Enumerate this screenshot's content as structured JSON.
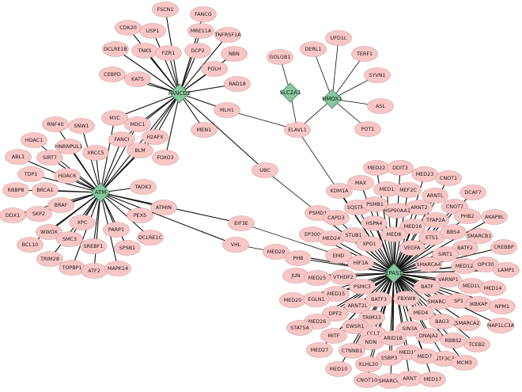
{
  "colors": {
    "node_fill": "#f9c6c6",
    "node_stroke": "#c99a9a",
    "hub_fill": "#86c79e",
    "hub_stroke": "#4e8a63",
    "edge": "#111111"
  },
  "nodes": {
    "FANCD2": {
      "label": "FANCD2",
      "hub": true
    },
    "ATM": {
      "label": "ATM",
      "hub": true
    },
    "SLC2A1": {
      "label": "SLC2A1",
      "hub": true
    },
    "HMOX1": {
      "label": "HMOX1",
      "hub": true
    },
    "EPAS1": {
      "label": "EPAS1",
      "hub": true
    },
    "FSCN1": {
      "label": "FSCN1"
    },
    "CDK20": {
      "label": "CDK20"
    },
    "USP1": {
      "label": "USP1"
    },
    "FANCG": {
      "label": "FANCG"
    },
    "MRE11A": {
      "label": "MRE11A"
    },
    "TNFRSF1A": {
      "label": "TNFRSF1A"
    },
    "DCLRE1B": {
      "label": "DCLRE1B"
    },
    "TNKS": {
      "label": "TNKS"
    },
    "FZR1": {
      "label": "FZR1"
    },
    "DCP2": {
      "label": "DCP2"
    },
    "NBN": {
      "label": "NBN"
    },
    "CEBPD": {
      "label": "CEBPD"
    },
    "KAT5": {
      "label": "KAT5"
    },
    "POLH": {
      "label": "POLH"
    },
    "RAD18": {
      "label": "RAD18"
    },
    "MLH1": {
      "label": "MLH1"
    },
    "MEN1": {
      "label": "MEN1"
    },
    "MYC": {
      "label": "MYC"
    },
    "MDC1": {
      "label": "MDC1"
    },
    "H2AFX": {
      "label": "H2AFX"
    },
    "FANCI": {
      "label": "FANCI"
    },
    "BLM": {
      "label": "BLM"
    },
    "FOXO3": {
      "label": "FOXO3"
    },
    "UBC": {
      "label": "UBC"
    },
    "GOLGB1": {
      "label": "GOLGB1"
    },
    "DERL1": {
      "label": "DERL1"
    },
    "UFD1L": {
      "label": "UFD1L"
    },
    "TERF1": {
      "label": "TERF1"
    },
    "SYVN1": {
      "label": "SYVN1"
    },
    "ASL": {
      "label": "ASL"
    },
    "POT1": {
      "label": "POT1"
    },
    "ELAVL1": {
      "label": "ELAVL1"
    },
    "RNF40": {
      "label": "RNF40"
    },
    "SNW1": {
      "label": "SNW1"
    },
    "HDAC1": {
      "label": "HDAC1"
    },
    "HNRNPUL1": {
      "label": "HNRNPUL1"
    },
    "SIRT7": {
      "label": "SIRT7"
    },
    "XRCC5": {
      "label": "XRCC5"
    },
    "ABL1": {
      "label": "ABL1"
    },
    "HDAC6": {
      "label": "HDAC6"
    },
    "TDP1": {
      "label": "TDP1"
    },
    "RBBP8": {
      "label": "RBBP8"
    },
    "BRCA1": {
      "label": "BRCA1"
    },
    "TAOK3": {
      "label": "TAOK3"
    },
    "BRAF": {
      "label": "BRAF"
    },
    "ATMIN": {
      "label": "ATMIN"
    },
    "DDX1": {
      "label": "DDX1"
    },
    "SKP2": {
      "label": "SKP2"
    },
    "XPC": {
      "label": "XPC"
    },
    "PEX5": {
      "label": "PEX5"
    },
    "WWOX": {
      "label": "WWOX"
    },
    "PARP1": {
      "label": "PARP1"
    },
    "SMC3": {
      "label": "SMC3"
    },
    "BCL10": {
      "label": "BCL10"
    },
    "SREBF1": {
      "label": "SREBF1"
    },
    "SPSB1": {
      "label": "SPSB1"
    },
    "DCLRE1C": {
      "label": "DCLRE1C"
    },
    "TRIM28": {
      "label": "TRIM28"
    },
    "TOPBP1": {
      "label": "TOPBP1"
    },
    "ATF2": {
      "label": "ATF2"
    },
    "MAPK14": {
      "label": "MAPK14"
    },
    "EIF3E": {
      "label": "EIF3E"
    },
    "VHL": {
      "label": "VHL"
    },
    "MED22": {
      "label": "MED22"
    },
    "DDIT3": {
      "label": "DDIT3"
    },
    "MED23": {
      "label": "MED23"
    },
    "CNOT1": {
      "label": "CNOT1"
    },
    "DCAF7": {
      "label": "DCAF7"
    },
    "MAX": {
      "label": "MAX"
    },
    "MED1": {
      "label": "MED1"
    },
    "MEF2C": {
      "label": "MEF2C"
    },
    "ARNTL": {
      "label": "ARNTL"
    },
    "CNOT7": {
      "label": "CNOT7"
    },
    "KDM1A": {
      "label": "KDM1A"
    },
    "SQSTM1": {
      "label": "SQSTM1"
    },
    "PSMB1": {
      "label": "PSMB1"
    },
    "ARNT2": {
      "label": "ARNT2"
    },
    "MED16": {
      "label": "MED16"
    },
    "TFAP2A": {
      "label": "TFAP2A"
    },
    "PHB2": {
      "label": "PHB2"
    },
    "AKAP8L": {
      "label": "AKAP8L"
    },
    "PSMD1": {
      "label": "PSMD1"
    },
    "HSP90AA1": {
      "label": "HSP90AA1"
    },
    "CAPD3": {
      "label": "CAPD3"
    },
    "HSPA4": {
      "label": "HSPA4"
    },
    "MED8": {
      "label": "MED8"
    },
    "ETS1": {
      "label": "ETS1"
    },
    "BBS4": {
      "label": "BBS4"
    },
    "SMARCB1": {
      "label": "SMARCB1"
    },
    "CREBBP": {
      "label": "CREBBP"
    },
    "EP300": {
      "label": "EP300"
    },
    "MED24": {
      "label": "MED24"
    },
    "STUB1": {
      "label": "STUB1"
    },
    "XPO1": {
      "label": "XPO1"
    },
    "VEGFA": {
      "label": "VEGFA"
    },
    "BATF2": {
      "label": "BATF2"
    },
    "SIRT1": {
      "label": "SIRT1"
    },
    "MED29": {
      "label": "MED29"
    },
    "PHB": {
      "label": "PHB"
    },
    "EMD": {
      "label": "EMD"
    },
    "HIF1A": {
      "label": "HIF1A"
    },
    "SMARCA4": {
      "label": "SMARCA4"
    },
    "MED12": {
      "label": "MED12"
    },
    "OPY30": {
      "label": "OPY30"
    },
    "LAMP1": {
      "label": "LAMP1"
    },
    "JUN": {
      "label": "JUN"
    },
    "MED25": {
      "label": "MED25"
    },
    "VTHDF2": {
      "label": "VTHDF2"
    },
    "VARNP1": {
      "label": "VARNP1"
    },
    "MED1L": {
      "label": "MED1L"
    },
    "MED14": {
      "label": "MED14"
    },
    "PSMC3": {
      "label": "PSMC3"
    },
    "BATF": {
      "label": "BATF"
    },
    "MED15": {
      "label": "MED15"
    },
    "MED20": {
      "label": "MED20"
    },
    "EGLN1": {
      "label": "EGLN1"
    },
    "ARNT2L": {
      "label": "ARNT2L"
    },
    "BATF3": {
      "label": "BATF3"
    },
    "FBXW8": {
      "label": "FBXW8"
    },
    "SMARCC1": {
      "label": "SMARCC1"
    },
    "SP1": {
      "label": "SP1"
    },
    "IKBKAP": {
      "label": "IKBKAP"
    },
    "NPM1": {
      "label": "NPM1"
    },
    "DPF2": {
      "label": "DPF2"
    },
    "MED26": {
      "label": "MED26"
    },
    "TRIM33": {
      "label": "TRIM33"
    },
    "MED4": {
      "label": "MED4"
    },
    "BAG3": {
      "label": "BAG3"
    },
    "SMARCA2": {
      "label": "SMARCA2"
    },
    "MAP1LC3A": {
      "label": "MAP1LC3A"
    },
    "STAT5A": {
      "label": "STAT5A"
    },
    "EWSR1": {
      "label": "EWSR1"
    },
    "CCL7": {
      "label": "CCL7"
    },
    "SIN3A": {
      "label": "SIN3A"
    },
    "DNAJA2": {
      "label": "DNAJA2"
    },
    "TCEB2": {
      "label": "TCEB2"
    },
    "MITF": {
      "label": "MITF"
    },
    "NDN": {
      "label": "NDN"
    },
    "ARID1B": {
      "label": "ARID1B"
    },
    "RBBS2": {
      "label": "RBBS2"
    },
    "MED27": {
      "label": "MED27"
    },
    "CTNNB1": {
      "label": "CTNNB1"
    },
    "MED18": {
      "label": "MED18"
    },
    "GTF3C3": {
      "label": "GTF3C3"
    },
    "MCM3": {
      "label": "MCM3"
    },
    "SSBP3": {
      "label": "SSBP3"
    },
    "MED7": {
      "label": "MED7"
    },
    "MED10": {
      "label": "MED10"
    },
    "KLHL20": {
      "label": "KLHL20"
    },
    "CNOT10": {
      "label": "CNOT10"
    },
    "SMARCC2": {
      "label": "SMARCC2"
    },
    "ARNT": {
      "label": "ARNT"
    },
    "MED17": {
      "label": "MED17"
    }
  }
}
